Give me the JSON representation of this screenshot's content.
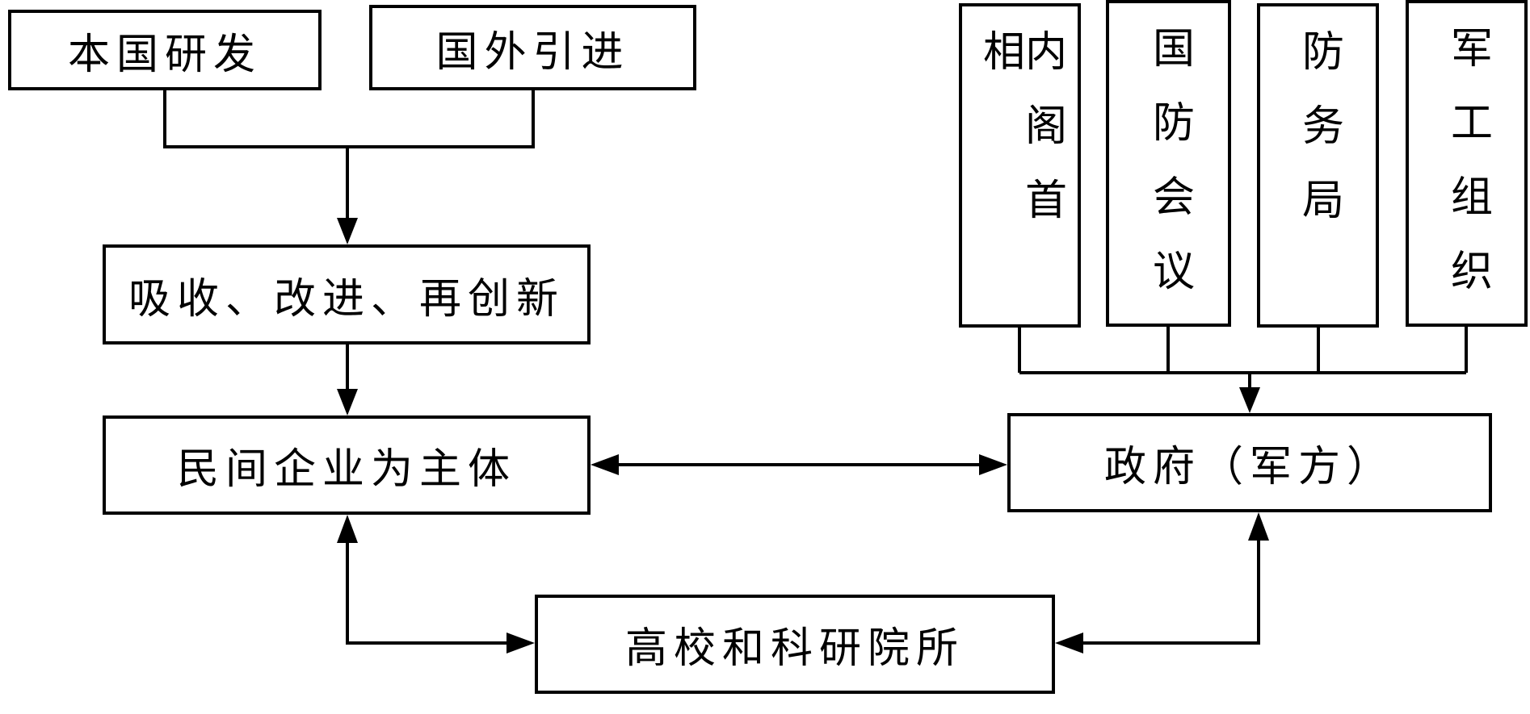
{
  "colors": {
    "background": "#ffffff",
    "line": "#000000",
    "box_border": "#000000",
    "text": "#000000"
  },
  "boxes": {
    "domestic_rd": {
      "label": "本国研发"
    },
    "foreign_import": {
      "label": "国外引进"
    },
    "absorb_improve": {
      "label": "吸收、改进、再创新"
    },
    "private_enterprise": {
      "label": "民间企业为主体"
    },
    "cabinet_pm": {
      "label": "内阁首相"
    },
    "defense_council": {
      "label": "国防会议"
    },
    "defense_bureau": {
      "label": "防务局"
    },
    "military_org": {
      "label": "军工组织"
    },
    "government": {
      "label": "政府（军方）"
    },
    "universities": {
      "label": "高校和科研院所"
    }
  },
  "connections": [
    {
      "from": "domestic_rd",
      "to": "absorb_improve",
      "type": "arrow",
      "merged_with": "foreign_import"
    },
    {
      "from": "foreign_import",
      "to": "absorb_improve",
      "type": "arrow",
      "merged_with": "domestic_rd"
    },
    {
      "from": "absorb_improve",
      "to": "private_enterprise",
      "type": "arrow"
    },
    {
      "from": "private_enterprise",
      "to": "government",
      "type": "double-arrow"
    },
    {
      "from": "cabinet_pm",
      "to": "government",
      "type": "arrow",
      "merged_with": "defense_council, defense_bureau, military_org"
    },
    {
      "from": "defense_council",
      "to": "government",
      "type": "arrow"
    },
    {
      "from": "defense_bureau",
      "to": "government",
      "type": "arrow"
    },
    {
      "from": "military_org",
      "to": "government",
      "type": "arrow"
    },
    {
      "from": "private_enterprise",
      "to": "universities",
      "type": "double-arrow"
    },
    {
      "from": "universities",
      "to": "government",
      "type": "double-arrow"
    }
  ]
}
